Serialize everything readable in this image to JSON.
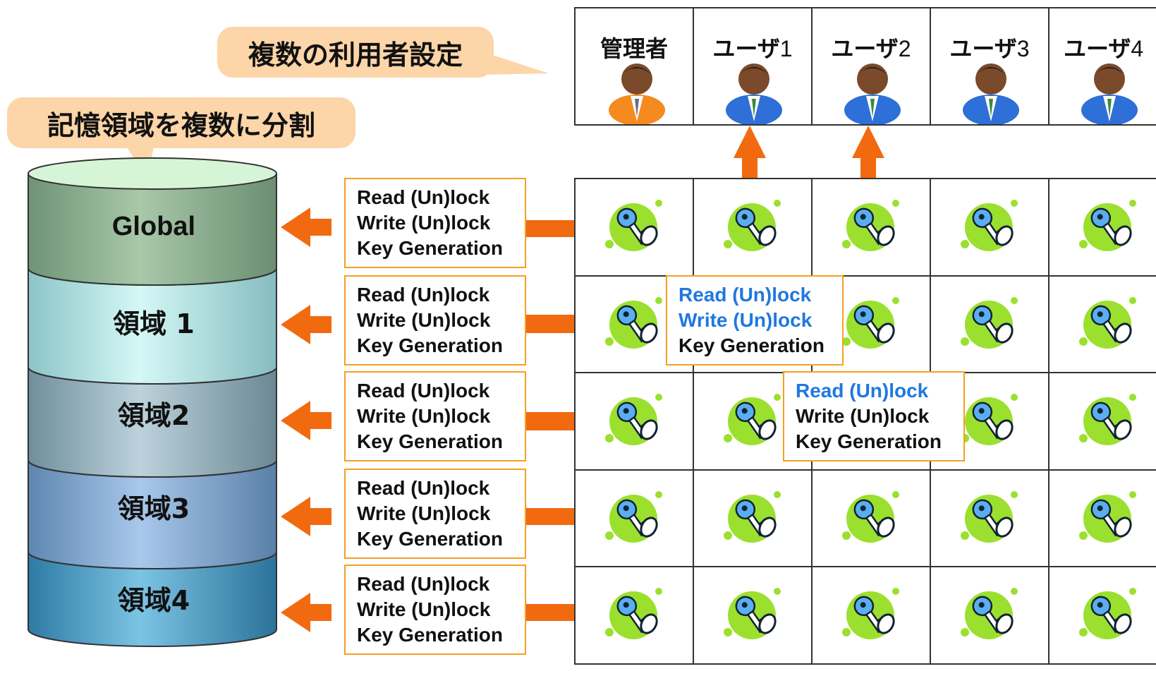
{
  "bubbles": {
    "users_setting": "複数の利用者設定",
    "storage_split": "記憶領域を複数に分割"
  },
  "users": [
    {
      "label": "管理者",
      "num": "",
      "color": "orange"
    },
    {
      "label": "ユーザ",
      "num": "1",
      "color": "blue"
    },
    {
      "label": "ユーザ",
      "num": "2",
      "color": "blue"
    },
    {
      "label": "ユーザ",
      "num": "3",
      "color": "blue"
    },
    {
      "label": "ユーザ",
      "num": "4",
      "color": "blue"
    }
  ],
  "areas": [
    {
      "label": "Global",
      "color": "#8fb39a"
    },
    {
      "label": "領域 1",
      "color": "#a8dede"
    },
    {
      "label": "領域2",
      "color": "#92aebd"
    },
    {
      "label": "領域3",
      "color": "#7fa4c8"
    },
    {
      "label": "領域4",
      "color": "#4f94b8"
    }
  ],
  "ops": {
    "read": "Read (Un)lock",
    "write": "Write (Un)lock",
    "keygen": "Key Generation"
  },
  "popup1": {
    "read": "Read (Un)lock",
    "write": "Write (Un)lock",
    "keygen": "Key Generation"
  },
  "popup2": {
    "read": "Read (Un)lock",
    "write": "Write (Un)lock",
    "keygen": "Key Generation"
  },
  "colors": {
    "arrow": "#f26a10",
    "highlight": "#1f78e0",
    "box_border": "#f5a020",
    "bubble": "#fcd5a8",
    "key_bg": "#9be02e"
  }
}
